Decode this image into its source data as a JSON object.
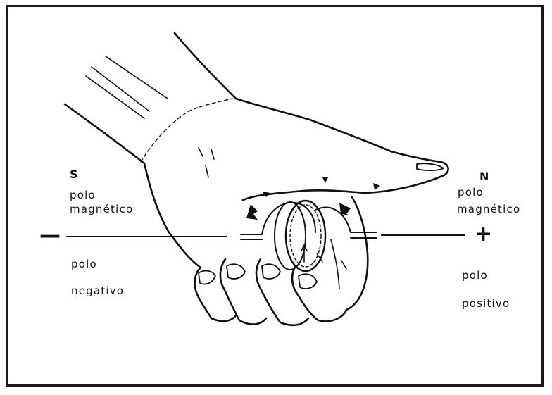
{
  "left_side": {
    "pole_letter": "S",
    "pole_line1": "polo",
    "pole_line2": "magnético",
    "sign": "—",
    "polarity_line1": "polo",
    "polarity_line2": "negativo"
  },
  "right_side": {
    "pole_letter": "N",
    "pole_line1": "polo",
    "pole_line2": "magnético",
    "sign": "+",
    "polarity_line1": "polo",
    "polarity_line2": "positivo"
  }
}
